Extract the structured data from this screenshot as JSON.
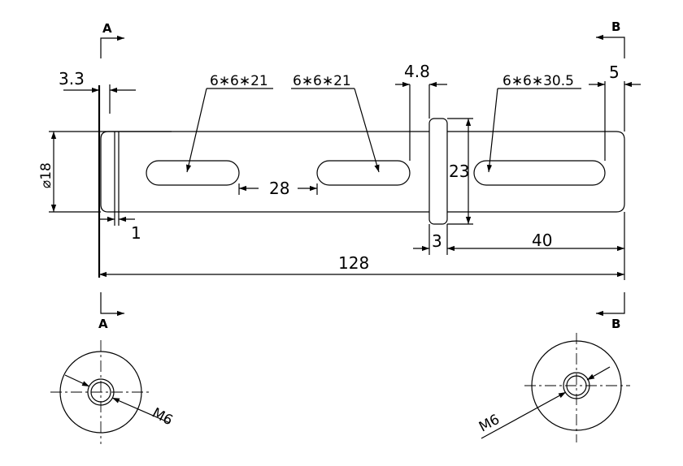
{
  "drawing": {
    "section_labels": {
      "left_top": "A",
      "left_bottom": "A",
      "right_top": "B",
      "right_bottom": "B"
    },
    "keyway_callouts": [
      "6∗6∗21",
      "6∗6∗21",
      "6∗6∗30.5"
    ],
    "dimensions": {
      "shoulder_offset": "3.3",
      "collar_offset": "4.8",
      "end_offset": "5",
      "diameter": "⌀18",
      "collar_diameter": "23",
      "keyway_spacing": "28",
      "chamfer": "1",
      "collar_width": "3",
      "keyway_length": "40",
      "overall_length": "128"
    },
    "thread_labels": {
      "left": "M6",
      "right": "M6"
    },
    "colors": {
      "line": "#000000",
      "background": "#ffffff"
    }
  }
}
